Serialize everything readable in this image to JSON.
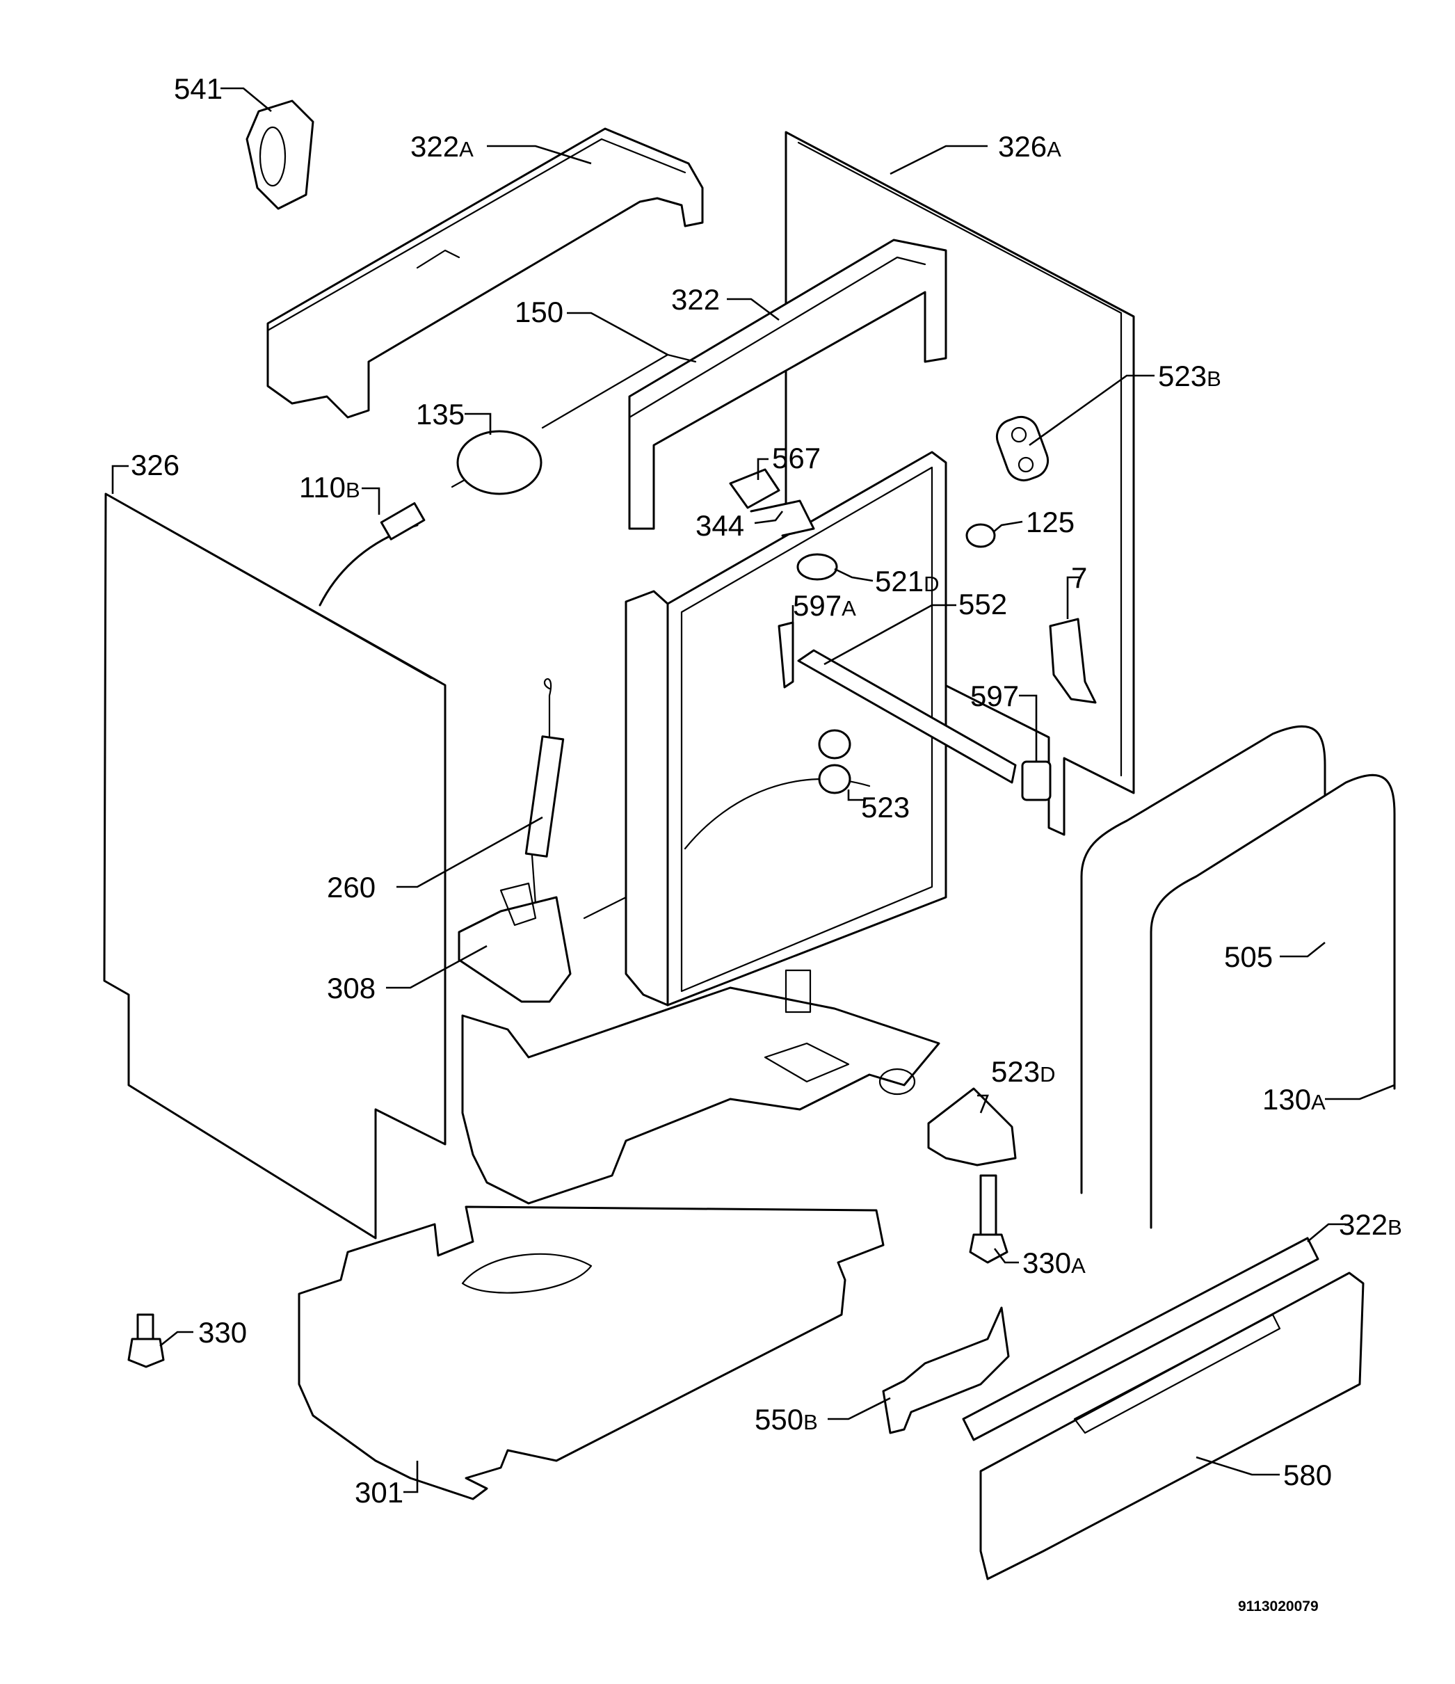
{
  "labels": {
    "l541": {
      "num": "541",
      "suffix": ""
    },
    "l322a": {
      "num": "322",
      "suffix": "A"
    },
    "l326a": {
      "num": "326",
      "suffix": "A"
    },
    "l150": {
      "num": "150",
      "suffix": ""
    },
    "l322": {
      "num": "322",
      "suffix": ""
    },
    "l523b": {
      "num": "523",
      "suffix": "B"
    },
    "l135": {
      "num": "135",
      "suffix": ""
    },
    "l326": {
      "num": "326",
      "suffix": ""
    },
    "l567": {
      "num": "567",
      "suffix": ""
    },
    "l110b": {
      "num": "110",
      "suffix": "B"
    },
    "l125": {
      "num": "125",
      "suffix": ""
    },
    "l344": {
      "num": "344",
      "suffix": ""
    },
    "l521d": {
      "num": "521",
      "suffix": "D"
    },
    "l7": {
      "num": "7",
      "suffix": ""
    },
    "l597a": {
      "num": "597",
      "suffix": "A"
    },
    "l552": {
      "num": "552",
      "suffix": ""
    },
    "l597": {
      "num": "597",
      "suffix": ""
    },
    "l523": {
      "num": "523",
      "suffix": ""
    },
    "l260": {
      "num": "260",
      "suffix": ""
    },
    "l505": {
      "num": "505",
      "suffix": ""
    },
    "l308": {
      "num": "308",
      "suffix": ""
    },
    "l523d": {
      "num": "523",
      "suffix": "D"
    },
    "l130a": {
      "num": "130",
      "suffix": "A"
    },
    "l330a": {
      "num": "330",
      "suffix": "A"
    },
    "l322b": {
      "num": "322",
      "suffix": "B"
    },
    "l330": {
      "num": "330",
      "suffix": ""
    },
    "l550b": {
      "num": "550",
      "suffix": "B"
    },
    "l580": {
      "num": "580",
      "suffix": ""
    },
    "l301": {
      "num": "301",
      "suffix": ""
    }
  },
  "document_number": "9113020079"
}
